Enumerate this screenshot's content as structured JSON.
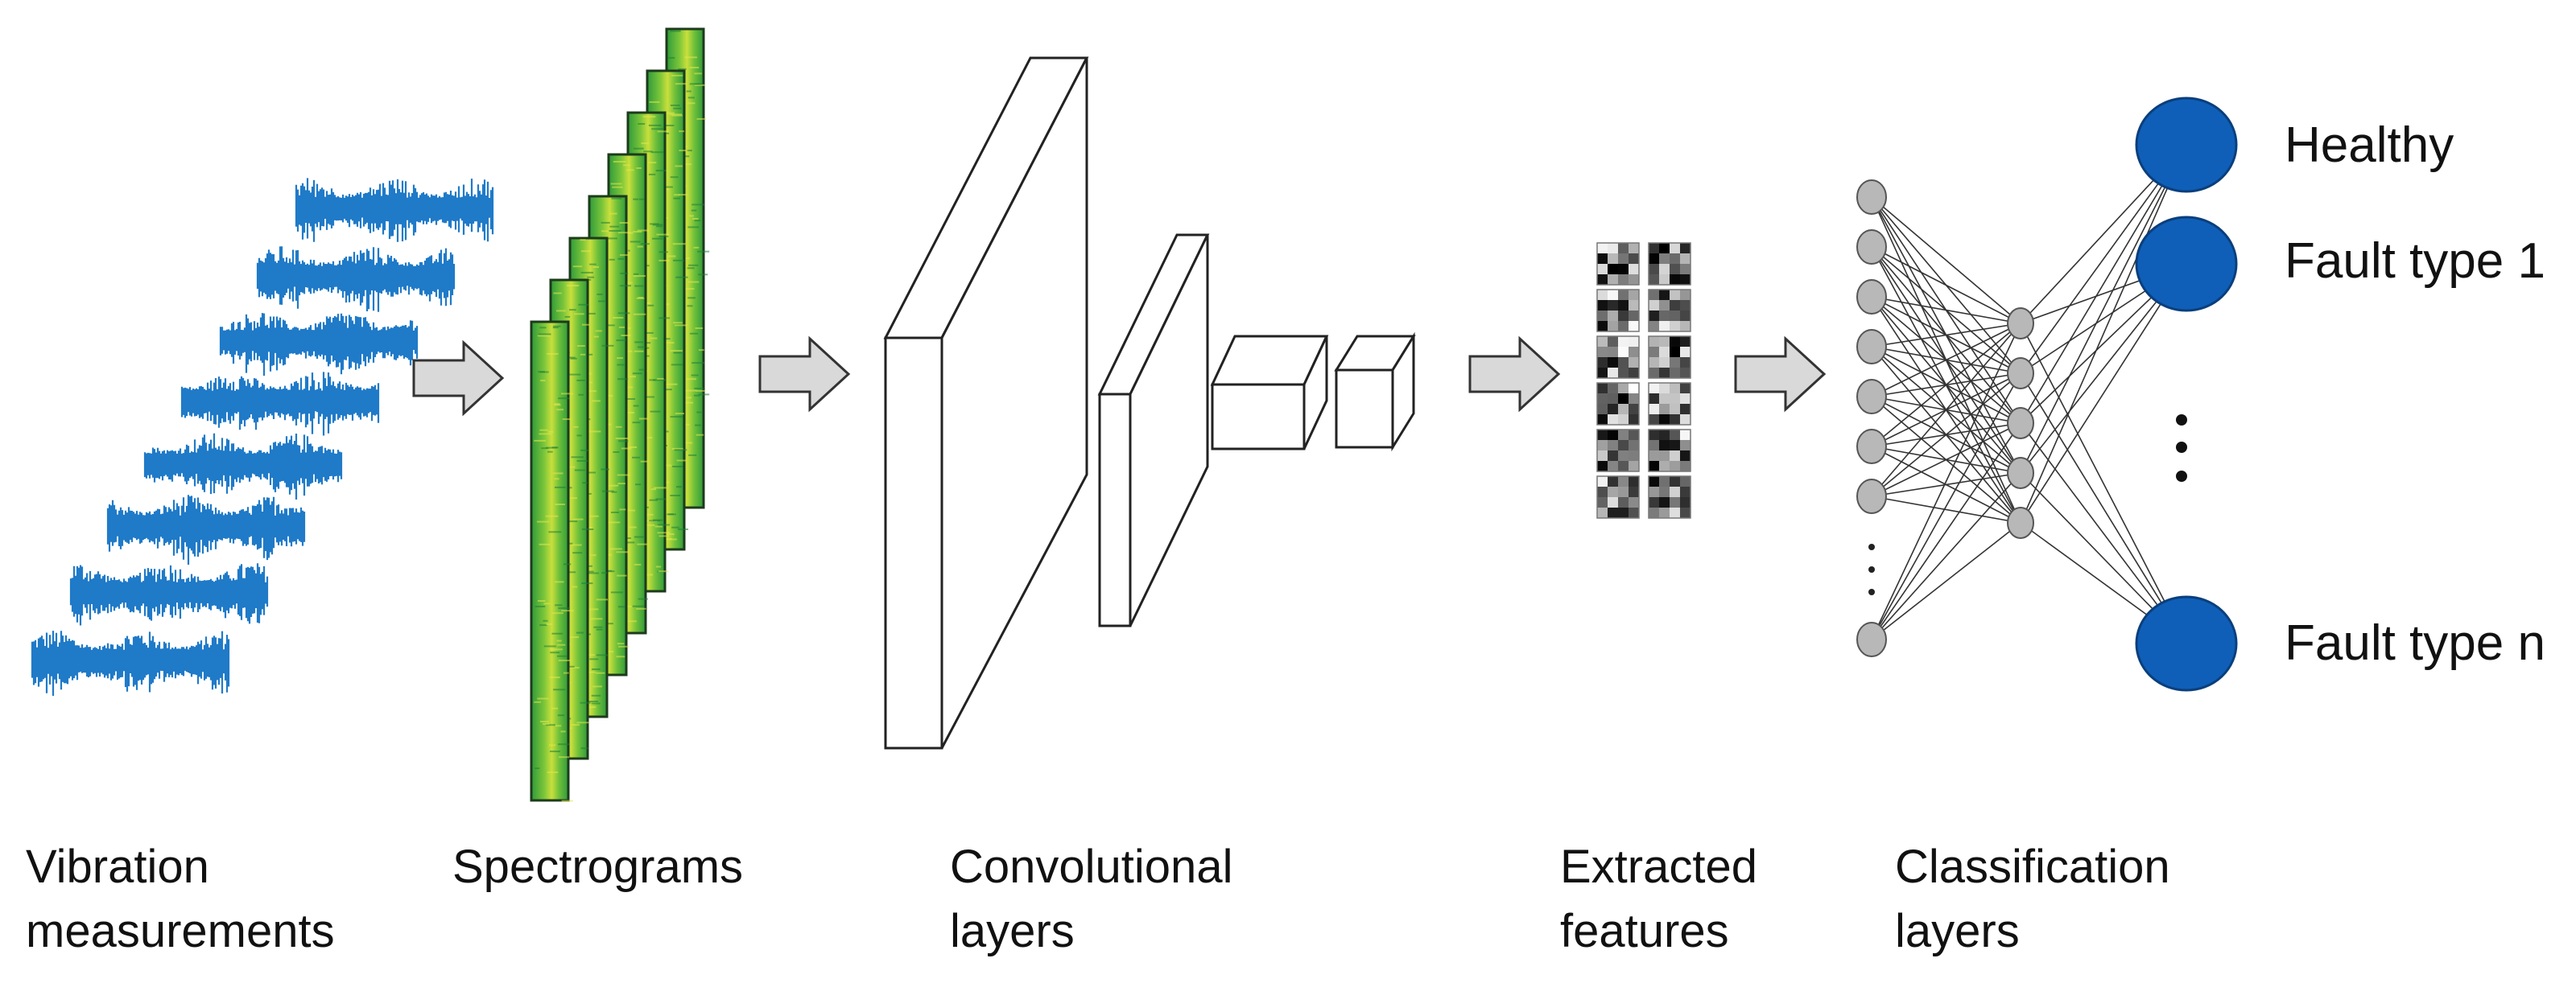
{
  "stages": [
    {
      "id": "vibration",
      "lines": [
        "Vibration",
        "measurements"
      ]
    },
    {
      "id": "spectrograms",
      "lines": [
        "Spectrograms"
      ]
    },
    {
      "id": "convolutional",
      "lines": [
        "Convolutional",
        "layers"
      ]
    },
    {
      "id": "features",
      "lines": [
        "Extracted",
        "features"
      ]
    },
    {
      "id": "classification",
      "lines": [
        "Classification",
        "layers"
      ]
    }
  ],
  "outputs": [
    "Healthy",
    "Fault type 1",
    "Fault type n"
  ],
  "colors": {
    "signal": "#1f7ac8",
    "spectrogram_base": "#3faa3a",
    "spectrogram_highlight": "#d6e23a",
    "output_node": "#0f5fb8",
    "hidden_node": "#b8b8b8",
    "arrow_fill": "#d9d9d9"
  }
}
